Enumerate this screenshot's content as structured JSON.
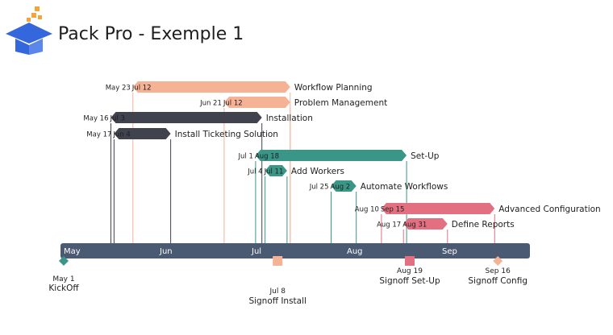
{
  "header": {
    "title": "Pack Pro - Exemple 1"
  },
  "colors": {
    "timeline_bar": "#4b5a73",
    "peach": "#f5b295",
    "dark": "#40434e",
    "teal": "#3a9686",
    "pink": "#e27080",
    "logo_blue": "#3467db",
    "logo_orange": "#f7a33a"
  },
  "icons": {
    "logo": "graduation-cap-icon"
  },
  "timeline": {
    "months": [
      "May",
      "Jun",
      "Jul",
      "Aug",
      "Sep"
    ]
  },
  "chart_data": {
    "type": "gantt",
    "x_axis": {
      "type": "date",
      "range": [
        "2024-05-01",
        "2024-09-30"
      ],
      "ticks": [
        "May",
        "Jun",
        "Jul",
        "Aug",
        "Sep"
      ]
    },
    "tasks": [
      {
        "name": "Workflow Planning",
        "start": "2024-05-23",
        "end": "2024-07-12",
        "start_label": "May 23",
        "end_label": "Jul 12",
        "color": "peach"
      },
      {
        "name": "Problem Management",
        "start": "2024-06-21",
        "end": "2024-07-12",
        "start_label": "Jun 21",
        "end_label": "Jul 12",
        "color": "peach"
      },
      {
        "name": "Installation",
        "start": "2024-05-16",
        "end": "2024-07-03",
        "start_label": "May 16",
        "end_label": "Jul 3",
        "color": "dark"
      },
      {
        "name": "Install Ticketing Solution",
        "start": "2024-05-17",
        "end": "2024-06-04",
        "start_label": "May 17",
        "end_label": "Jun 4",
        "color": "dark"
      },
      {
        "name": "Set-Up",
        "start": "2024-07-01",
        "end": "2024-08-18",
        "start_label": "Jul 1",
        "end_label": "Aug 18",
        "color": "teal"
      },
      {
        "name": "Add Workers",
        "start": "2024-07-04",
        "end": "2024-07-11",
        "start_label": "Jul 4",
        "end_label": "Jul 11",
        "color": "teal"
      },
      {
        "name": "Automate Workflows",
        "start": "2024-07-25",
        "end": "2024-08-02",
        "start_label": "Jul 25",
        "end_label": "Aug 2",
        "color": "teal"
      },
      {
        "name": "Advanced Configuration",
        "start": "2024-08-10",
        "end": "2024-09-15",
        "start_label": "Aug 10",
        "end_label": "Sep 15",
        "color": "pink"
      },
      {
        "name": "Define Reports",
        "start": "2024-08-17",
        "end": "2024-08-31",
        "start_label": "Aug 17",
        "end_label": "Aug 31",
        "color": "pink"
      }
    ],
    "milestones": [
      {
        "name": "KickOff",
        "date": "2024-05-01",
        "date_label": "May 1",
        "shape": "diamond",
        "color": "teal"
      },
      {
        "name": "Signoff Install",
        "date": "2024-07-08",
        "date_label": "Jul 8",
        "shape": "square",
        "color": "peach"
      },
      {
        "name": "Signoff Set-Up",
        "date": "2024-08-19",
        "date_label": "Aug 19",
        "shape": "square",
        "color": "pink"
      },
      {
        "name": "Signoff Config",
        "date": "2024-09-16",
        "date_label": "Sep 16",
        "shape": "diamond",
        "color": "peach"
      }
    ]
  }
}
